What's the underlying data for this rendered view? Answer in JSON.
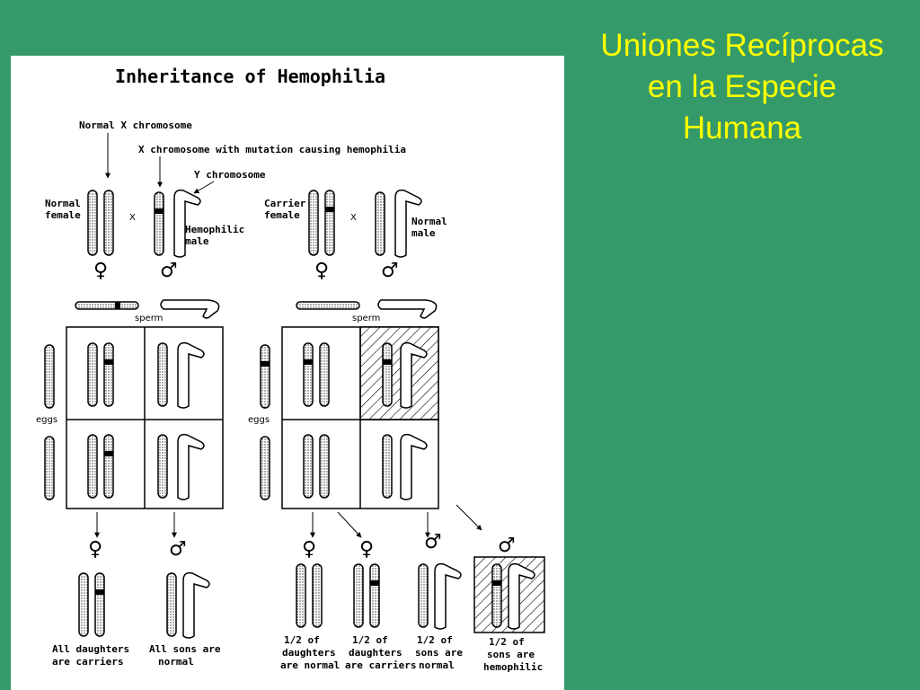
{
  "slide": {
    "title_lines": [
      "Uniones Recíprocas",
      "en la Especie",
      "Humana"
    ]
  },
  "figure": {
    "title": "Inheritance of Hemophilia",
    "labels": {
      "normal_x": "Normal X chromosome",
      "mutant_x": "X chromosome with mutation causing hemophilia",
      "y_chrom": "Y chromosome",
      "normal_female": [
        "Normal",
        "female"
      ],
      "hemophilic_male": [
        "Hemophilic",
        "male"
      ],
      "carrier_female": [
        "Carrier",
        "female"
      ],
      "normal_male": [
        "Normal",
        "male"
      ],
      "cross": "X",
      "sperm": "sperm",
      "eggs": "eggs",
      "female_symbol": "♀",
      "male_symbol": "♂"
    },
    "outcomes_left": [
      [
        "All daughters",
        "are carriers"
      ],
      [
        "All sons are",
        "normal"
      ]
    ],
    "outcomes_right": [
      [
        "1/2 of",
        "daughters",
        "are normal"
      ],
      [
        "1/2 of",
        "daughters",
        "are carriers"
      ],
      [
        "1/2 of",
        "sons are",
        "normal"
      ],
      [
        "1/2 of",
        "sons are",
        "hemophilic"
      ]
    ]
  },
  "colors": {
    "background": "#359a69",
    "title": "#ffff00",
    "panel": "#ffffff"
  }
}
